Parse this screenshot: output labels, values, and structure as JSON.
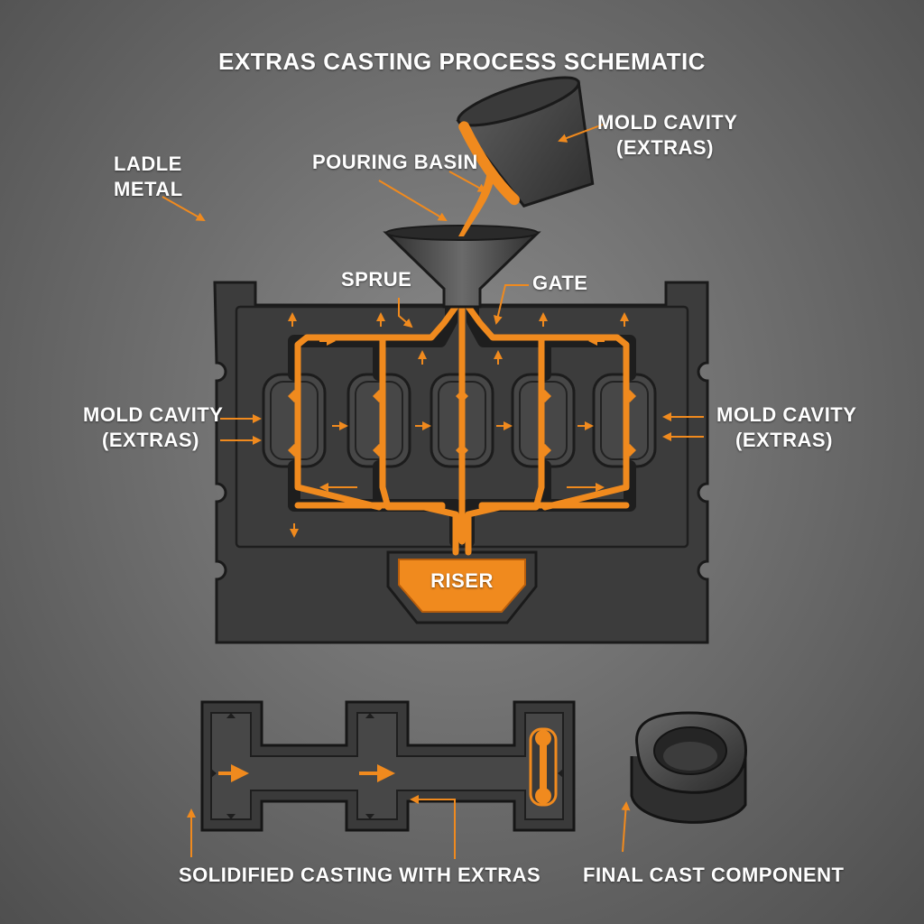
{
  "title": "EXTRAS CASTING PROCESS SCHEMATIC",
  "labels": {
    "ladle_metal": [
      "LADLE",
      "METAL"
    ],
    "pouring_basin": "POURING BASIN",
    "mold_cavity_top": [
      "MOLD CAVITY",
      "(EXTRAS)"
    ],
    "sprue": "SPRUE",
    "gate": "GATE",
    "mold_cavity_left": [
      "MOLD CAVITY",
      "(EXTRAS)"
    ],
    "mold_cavity_right": [
      "MOLD CAVITY",
      "(EXTRAS)"
    ],
    "riser": "RISER",
    "solidified_casting": "SOLIDIFIED CASTING WITH EXTRAS",
    "final_component": "FINAL CAST COMPONENT"
  },
  "colors": {
    "molten_metal": "#f08a1e",
    "leader_line": "#f08a1e",
    "mold_body": "#3c3c3c",
    "mold_outline": "#1c1c1c",
    "text": "#ffffff"
  }
}
